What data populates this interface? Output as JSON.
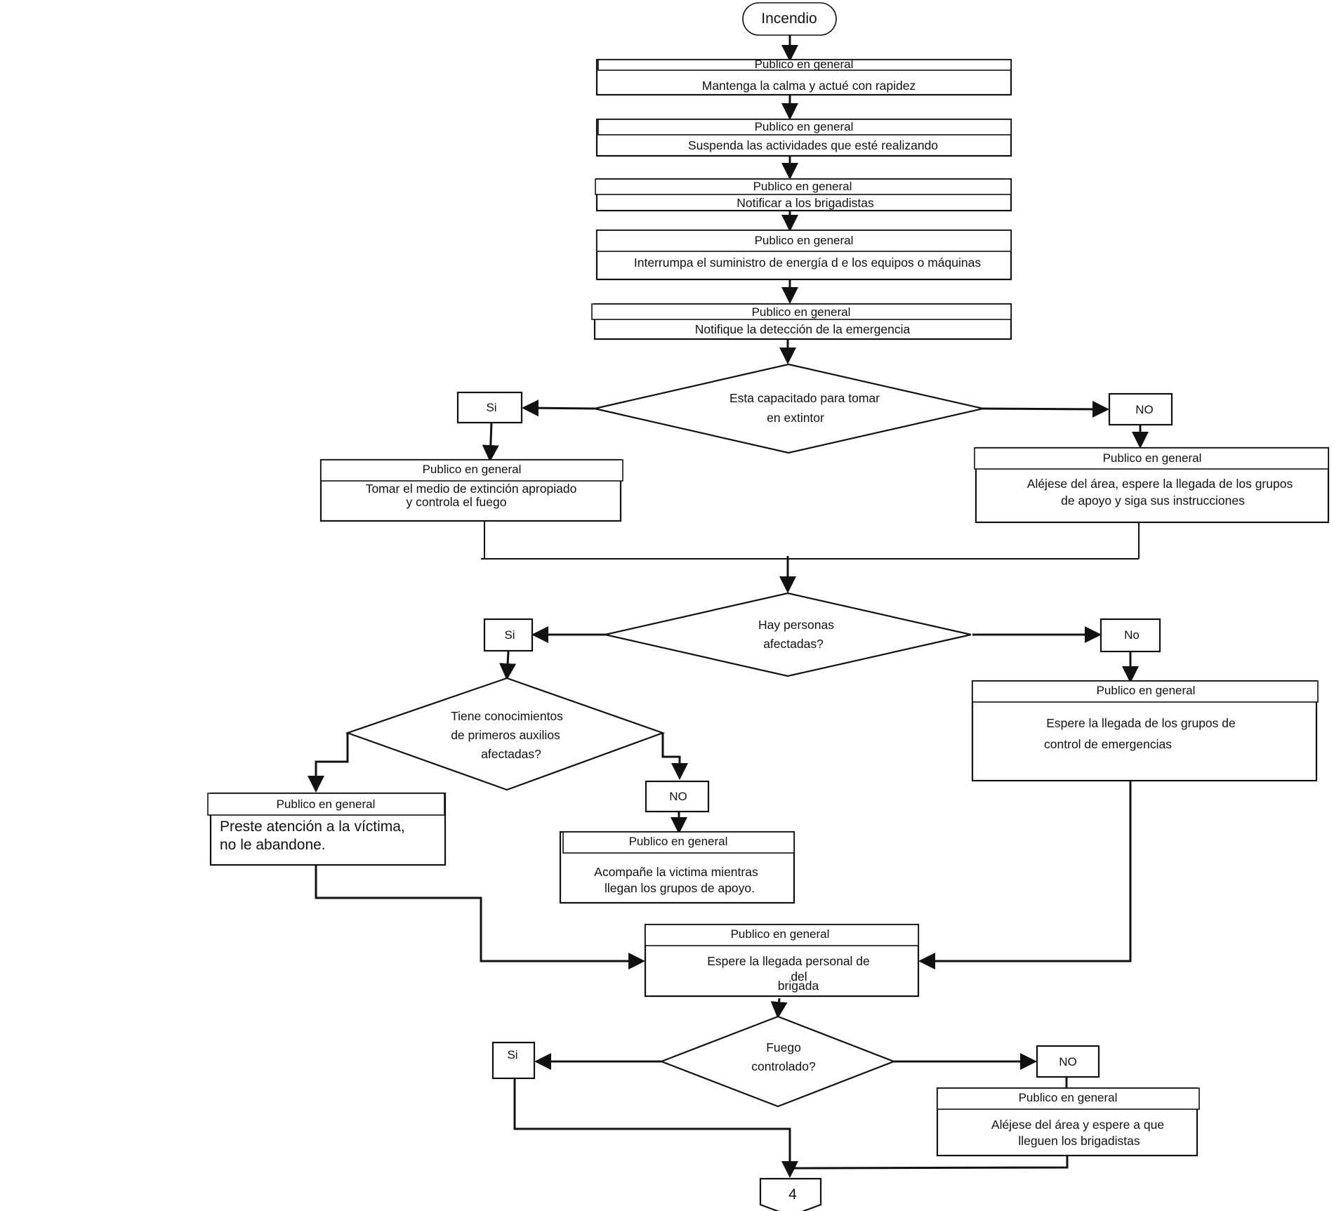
{
  "start": "Incendio",
  "role": "Publico en general",
  "steps": {
    "s1": "Mantenga la calma y actué con rapidez",
    "s2": "Suspenda las actividades que esté realizando",
    "s3": "Notificar a los brigadistas",
    "s4": "Interrumpa el suministro de energía d e los equipos o  máquinas",
    "s5": "Notifique la detección de la emergencia"
  },
  "decisions": {
    "d1": [
      "Esta capacitado para tomar",
      "en extintor"
    ],
    "d2": [
      "Hay personas",
      "afectadas?"
    ],
    "d3": [
      "Tiene conocimientos",
      "de primeros auxilios",
      "afectadas?"
    ],
    "d4": [
      "Fuego",
      "controlado?"
    ]
  },
  "answers": {
    "d1_yes": "Si",
    "d1_no": "NO",
    "d2_yes": "Si",
    "d2_no": "No",
    "d3_no": "NO",
    "d4_yes": "Si",
    "d4_no": "NO"
  },
  "actions": {
    "a_extinguish": [
      "Tomar el medio de extinción apropiado",
      "y controla el fuego"
    ],
    "a_leave_area": [
      "Aléjese del  área, espere la llegada de los grupos",
      "de apoyo y siga sus instrucciones"
    ],
    "a_wait_control": [
      "Espere la llegada de los grupos de",
      "control de emergencias"
    ],
    "a_attend_victim": [
      "Preste atención a la víctima,",
      "no le    abandone."
    ],
    "a_accompany": [
      "Acompañe la victima mientras",
      "llegan los grupos de apoyo."
    ],
    "a_wait_brigade": [
      "Espere la llegada   personal de",
      "del",
      "brigada"
    ],
    "a_leave_wait": [
      "Aléjese del área y espere a que",
      "lleguen los brigadistas"
    ]
  },
  "connector": "4"
}
